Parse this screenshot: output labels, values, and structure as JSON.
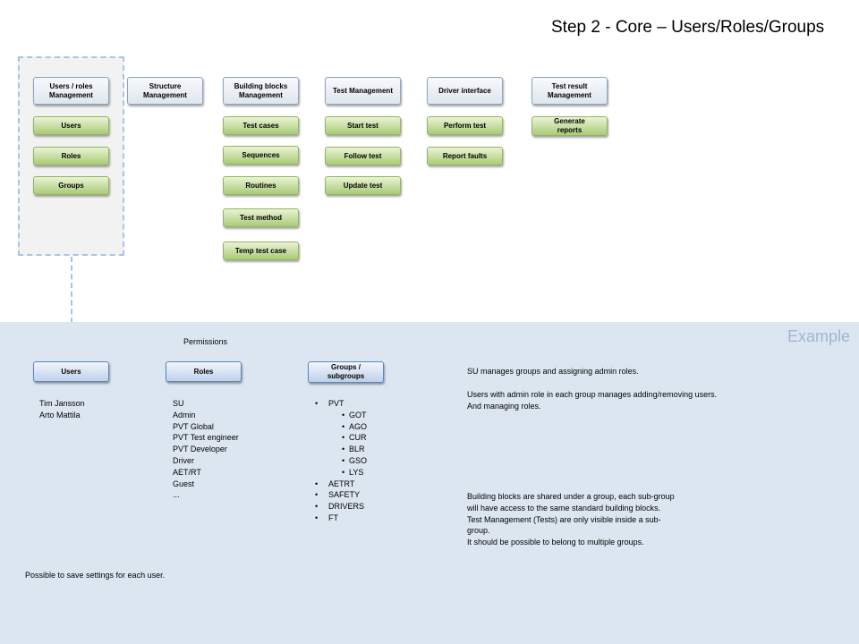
{
  "title": "Step 2 - Core – Users/Roles/Groups",
  "diagram": {
    "columns": [
      {
        "header": "Users / roles Management",
        "items": [
          "Users",
          "Roles",
          "Groups"
        ]
      },
      {
        "header": "Structure Management",
        "items": []
      },
      {
        "header": "Building blocks Management",
        "items": [
          "Test cases",
          "Sequences",
          "Routines",
          "Test method",
          "Temp test case"
        ]
      },
      {
        "header": "Test Management",
        "items": [
          "Start  test",
          "Follow test",
          "Update test"
        ]
      },
      {
        "header": "Driver interface",
        "items": [
          "Perform test",
          "Report faults"
        ]
      },
      {
        "header": "Test result Management",
        "items": [
          "Generate reports"
        ]
      }
    ]
  },
  "example": {
    "label": "Example",
    "permissions_label": "Permissions",
    "users_header": "Users",
    "roles_header": "Roles",
    "groups_header": "Groups / subgroups",
    "users": [
      "Tim Jansson",
      "Arto Mattila"
    ],
    "roles": [
      "SU",
      "Admin",
      "PVT Global",
      "PVT Test engineer",
      "PVT Developer",
      "Driver",
      "AET/RT",
      "Guest",
      "..."
    ],
    "groups": [
      {
        "name": "PVT",
        "level": 1
      },
      {
        "name": "GOT",
        "level": 2
      },
      {
        "name": "AGO",
        "level": 2
      },
      {
        "name": "CUR",
        "level": 2
      },
      {
        "name": "BLR",
        "level": 2
      },
      {
        "name": "GSO",
        "level": 2
      },
      {
        "name": "LYS",
        "level": 2
      },
      {
        "name": "AETRT",
        "level": 1
      },
      {
        "name": "SAFETY",
        "level": 1
      },
      {
        "name": "DRIVERS",
        "level": 1
      },
      {
        "name": "FT",
        "level": 1
      }
    ],
    "note_su": "SU manages groups and assigning admin roles.",
    "note_admin": "Users with admin role in each group manages adding/removing users. And managing roles.",
    "note_blocks": [
      "Building blocks are shared under a group, each sub-group",
      "will have access to the same standard building blocks.",
      "Test Management (Tests) are only visible  inside a sub-",
      "group.",
      "It should be possible to belong to multiple groups."
    ],
    "note_settings": "Possible to save settings for each user."
  }
}
